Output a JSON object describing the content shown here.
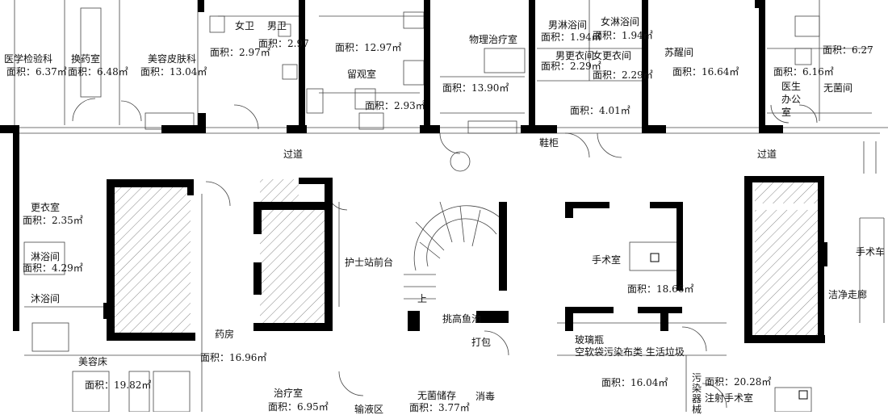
{
  "labels": {
    "medical_lab": "医学检验科",
    "medical_lab_area": "面积：6.37㎡",
    "dressing_room": "换药室",
    "dressing_room_area": "面积：6.48㎡",
    "dermatology": "美容皮肤科",
    "dermatology_area": "面积：13.04㎡",
    "women_wc": "女卫",
    "men_wc": "男卫",
    "women_wc_area": "面积：2.97㎡",
    "men_wc_area": "面积：2.97",
    "observation_area": "面积：12.97㎡",
    "observation": "留观室",
    "observation_sub_area": "面积：2.93㎡",
    "physio": "物理治疗室",
    "physio_area": "面积：13.90㎡",
    "men_shower": "男淋浴间",
    "men_shower_area": "面积：1.94㎡",
    "women_shower": "女淋浴间",
    "women_shower_area": "面积：1.94㎡",
    "men_locker": "男更衣间",
    "men_locker_area": "面积：2.29㎡",
    "women_locker": "女更衣间",
    "women_locker_area": "面积：2.29㎡",
    "locker_hall_area": "面积：4.01㎡",
    "recovery": "苏醒间",
    "recovery_area": "面积：16.64㎡",
    "office_area": "面积：6.16㎡",
    "sterile_area": "面积：6.27",
    "doctor_office": "医生办公室",
    "sterile_room": "无菌间",
    "shoe_cabinet": "鞋柜",
    "corridor_left": "过道",
    "corridor_right": "过道",
    "locker_room": "更衣室",
    "locker_room_area": "面积：2.35㎡",
    "shower_room": "淋浴间",
    "shower_room_area": "面积：4.29㎡",
    "bath_room": "沐浴间",
    "nurse_station": "护士站前台",
    "pharmacy": "药房",
    "pharmacy_area": "面积：16.96㎡",
    "beauty_room": "美容床",
    "beauty_room_area": "面积：19.82㎡",
    "treatment": "治疗室",
    "treatment_area": "面积：6.95㎡",
    "upstairs": "上",
    "fish_pond": "挑高鱼池",
    "packing": "打包",
    "infusion": "输液区",
    "sterile_storage": "无菌储存",
    "sterile_storage_area": "面积：3.77㎡",
    "disinfection": "消毒",
    "operating_room": "手术室",
    "operating_room_area": "面积：18.66㎡",
    "glass_bottle": "玻璃瓶",
    "waste_line": "空软袋污染布类 生活垃圾",
    "waste_area": "面积：16.04㎡",
    "dirty_instruments": "污染器械",
    "injection_area": "面积：20.28㎡",
    "injection_surgery": "注射手术室",
    "clean_corridor": "洁净走廊",
    "surgical_cart": "手术车"
  }
}
